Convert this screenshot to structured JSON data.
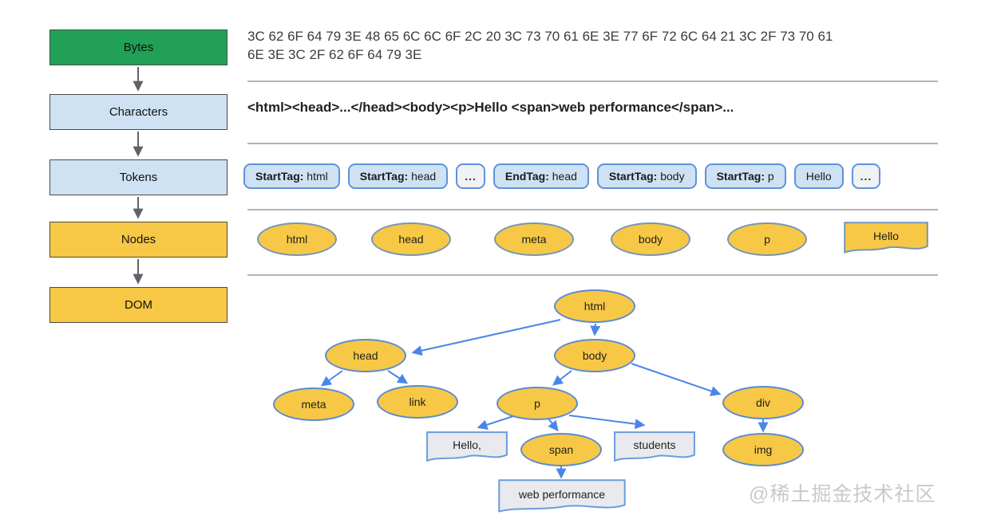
{
  "pipeline": {
    "stages": [
      {
        "label": "Bytes"
      },
      {
        "label": "Characters"
      },
      {
        "label": "Tokens"
      },
      {
        "label": "Nodes"
      },
      {
        "label": "DOM"
      }
    ]
  },
  "bytes_row": {
    "line1": "3C 62 6F 64 79 3E 48 65 6C 6C 6F 2C 20 3C 73 70 61 6E 3E 77 6F 72 6C 64 21 3C 2F 73 70 61",
    "line2": "6E 3E 3C 2F 62 6F 64 79 3E"
  },
  "characters_row": {
    "text": "<html><head>...</head><body><p>Hello <span>web performance</span>..."
  },
  "tokens_row": {
    "tokens": [
      {
        "bold": "StartTag:",
        "text": " html"
      },
      {
        "bold": "StartTag:",
        "text": " head"
      },
      {
        "bold": "",
        "text": "..."
      },
      {
        "bold": "EndTag:",
        "text": " head"
      },
      {
        "bold": "StartTag:",
        "text": " body"
      },
      {
        "bold": "StartTag:",
        "text": " p"
      },
      {
        "bold": "",
        "text": "Hello"
      },
      {
        "bold": "",
        "text": "..."
      }
    ]
  },
  "nodes_row": {
    "ellipses": [
      {
        "label": "html"
      },
      {
        "label": "head"
      },
      {
        "label": "meta"
      },
      {
        "label": "body"
      },
      {
        "label": "p"
      }
    ],
    "text_node": "Hello"
  },
  "dom_tree": {
    "elements": {
      "html": "html",
      "head": "head",
      "body": "body",
      "meta": "meta",
      "link": "link",
      "p": "p",
      "div": "div",
      "span": "span",
      "img": "img"
    },
    "text_nodes": {
      "hello": "Hello,",
      "students": "students",
      "web_performance": "web performance"
    }
  },
  "watermark": {
    "text": "@稀土掘金技术社区"
  },
  "colors": {
    "bytes_green": "#23a058",
    "stage_light_blue": "#cfe2f3",
    "stage_yellow": "#f7c845",
    "token_border_blue": "#5e92dc",
    "tree_arrow_blue": "#4a86e8",
    "node_border_gray_blue": "#7596b8",
    "text_node_gray": "#e8eaed",
    "divider_gray": "#b3b3b3",
    "flow_arrow_gray": "#5f6368"
  }
}
